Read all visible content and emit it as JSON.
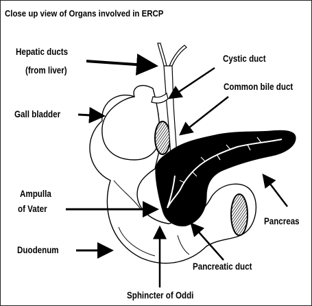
{
  "title": "Close up view of Organs involved in ERCP",
  "labels": {
    "hepatic_ducts_line1": "Hepatic ducts",
    "hepatic_ducts_line2": "(from liver)",
    "cystic_duct": "Cystic duct",
    "common_bile_duct": "Common bile duct",
    "gall_bladder": "Gall bladder",
    "ampulla_line1": "Ampulla",
    "ampulla_line2": "of Vater",
    "pancreas": "Pancreas",
    "duodenum": "Duodenum",
    "pancreatic_duct": "Pancreatic duct",
    "sphincter_of_oddi": "Sphincter of Oddi"
  },
  "colors": {
    "line": "#000000",
    "background": "#ffffff",
    "pancreas_fill": "#000000",
    "duct_in_pancreas": "#ffffff",
    "hatch": "#000000"
  }
}
